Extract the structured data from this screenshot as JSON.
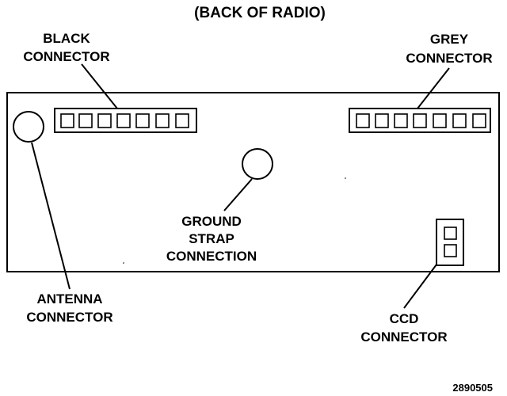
{
  "title": "(BACK OF RADIO)",
  "labels": {
    "black_connector": [
      "BLACK",
      "CONNECTOR"
    ],
    "grey_connector": [
      "GREY",
      "CONNECTOR"
    ],
    "ground_strap": [
      "GROUND",
      "STRAP",
      "CONNECTION"
    ],
    "antenna_connector": [
      "ANTENNA",
      "CONNECTOR"
    ],
    "ccd_connector": [
      "CCD",
      "CONNECTOR"
    ]
  },
  "figure_number": "2890505",
  "colors": {
    "ink": "#000000",
    "background": "#ffffff"
  }
}
